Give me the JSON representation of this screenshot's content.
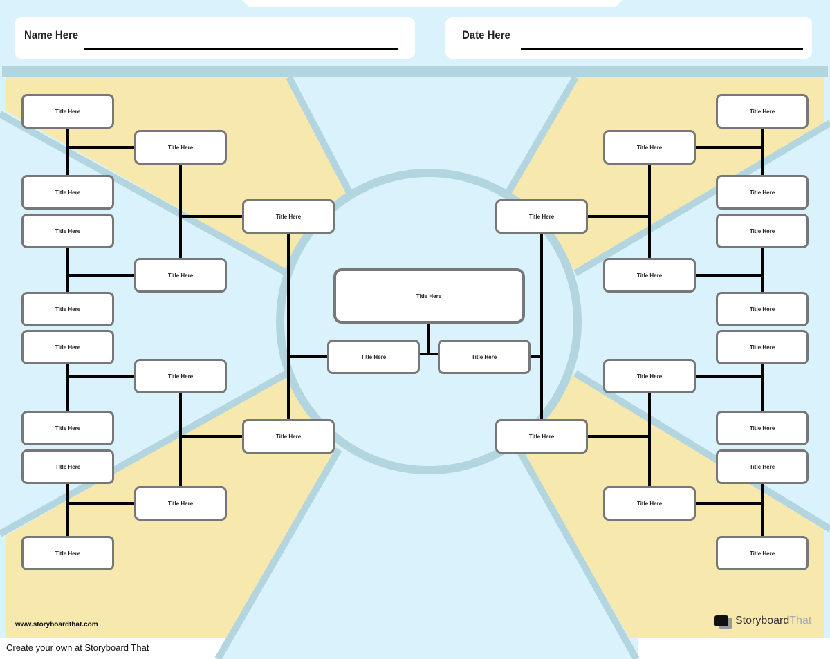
{
  "header": {
    "name_label": "Name Here",
    "date_label": "Date Here"
  },
  "boxes": {
    "left": [
      "Title Here",
      "Title Here",
      "Title Here",
      "Title Here",
      "Title Here",
      "Title Here",
      "Title Here",
      "Title Here",
      "Title Here",
      "Title Here",
      "Title Here",
      "Title Here",
      "Title Here",
      "Title Here"
    ],
    "right": [
      "Title Here",
      "Title Here",
      "Title Here",
      "Title Here",
      "Title Here",
      "Title Here",
      "Title Here",
      "Title Here",
      "Title Here",
      "Title Here",
      "Title Here",
      "Title Here",
      "Title Here",
      "Title Here"
    ],
    "center": "Title Here",
    "finalists": [
      "Title Here",
      "Title Here"
    ]
  },
  "footer": {
    "url": "www.storyboardthat.com",
    "create": "Create your own at Storyboard That",
    "logo_a": "Storyboard",
    "logo_b": "That"
  },
  "colors": {
    "sky": "#d9f2fc",
    "stripe": "#b3d5e0",
    "yellow": "#f7e9ad"
  }
}
